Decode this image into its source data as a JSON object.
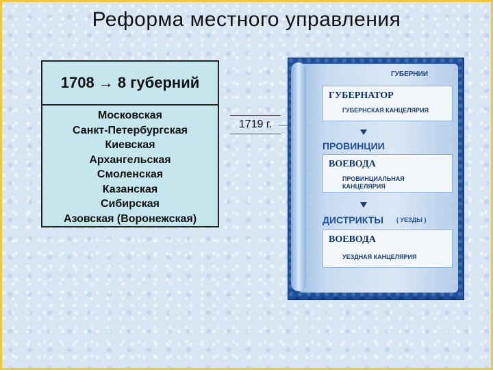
{
  "title": "Реформа местного управления",
  "left": {
    "header": "1708 → 8 губерний",
    "items": [
      "Московская",
      "Санкт-Петербургская",
      "Киевская",
      "Архангельская",
      "Смоленская",
      "Казанская",
      "Сибирская",
      "Азовская (Воронежская)"
    ]
  },
  "year_label": "1719 г.",
  "panel": {
    "gubernii": "ГУБЕРНИИ",
    "governor": "ГУБЕРНАТОР",
    "governor_sub": "ГУБЕРНСКАЯ КАНЦЕЛЯРИЯ",
    "provinces": "ПРОВИНЦИИ",
    "voevoda1": "ВОЕВОДА",
    "voevoda1_sub1": "ПРОВИНЦИАЛЬНАЯ",
    "voevoda1_sub2": "КАНЦЕЛЯРИЯ",
    "districts": "ДИСТРИКТЫ",
    "uezdy": "( УЕЗДЫ )",
    "voevoda2": "ВОЕВОДА",
    "voevoda2_sub": "УЕЗДНАЯ КАНЦЕЛЯРИЯ"
  }
}
